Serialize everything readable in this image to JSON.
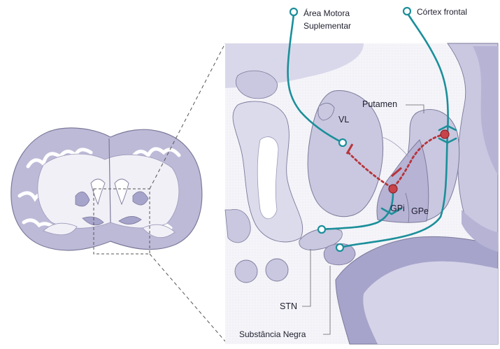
{
  "labels": {
    "area_motora_line1": "Área Motora",
    "area_motora_line2": "Suplementar",
    "cortex_frontal": "Córtex frontal",
    "putamen": "Putamen",
    "vl": "VL",
    "gpi": "GPi",
    "gpe": "GPe",
    "stn": "STN",
    "substancia_negra": "Substância Negra"
  },
  "colors": {
    "pathway": "#1b8f9a",
    "inhibitory": "#b8333a",
    "tissue_light": "#e7e6f1",
    "tissue_mid": "#c9c8e0",
    "tissue_dark": "#a7a4cb",
    "outline": "#7c7a9a",
    "background_panel": "#f4f4f9"
  }
}
